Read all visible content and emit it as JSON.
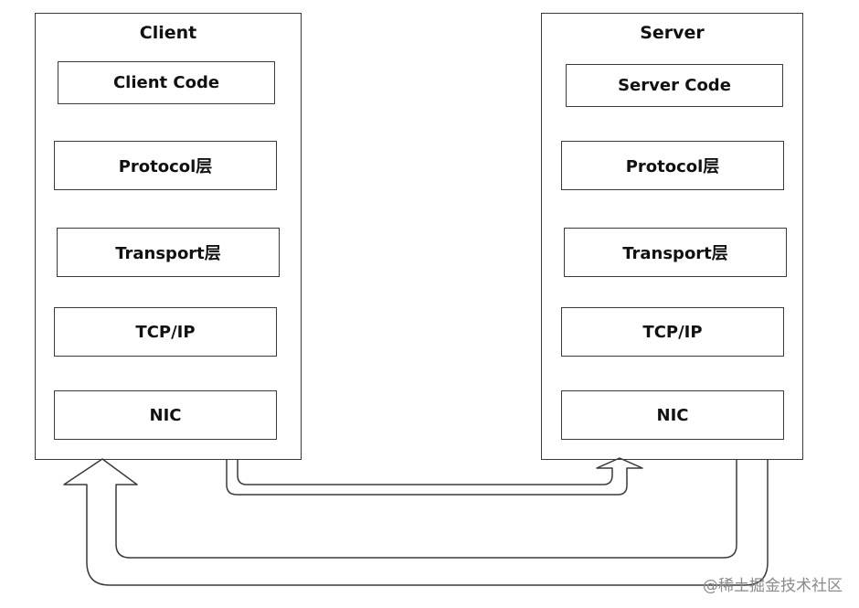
{
  "client": {
    "title": "Client",
    "layers": [
      "Client Code",
      "Protocol层",
      "Transport层",
      "TCP/IP",
      "NIC"
    ]
  },
  "server": {
    "title": "Server",
    "layers": [
      "Server Code",
      "Protocol层",
      "Transport层",
      "TCP/IP",
      "NIC"
    ]
  },
  "watermark": "@稀土掘金技术社区",
  "colors": {
    "line": "#3a3a3a",
    "text": "#111111",
    "watermark": "#8a8a8a"
  }
}
